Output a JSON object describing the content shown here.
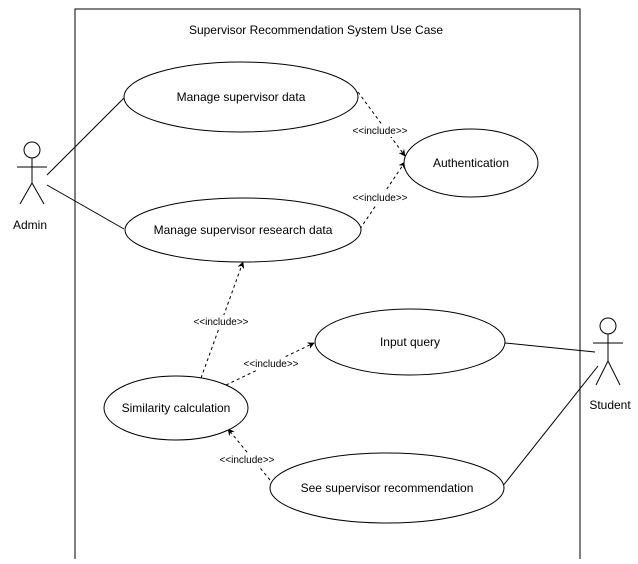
{
  "system": {
    "title": "Supervisor Recommendation System Use Case"
  },
  "actors": {
    "admin": "Admin",
    "student": "Student"
  },
  "use_cases": {
    "manage_supervisor_data": "Manage supervisor data",
    "manage_research_data": "Manage supervisor research data",
    "authentication": "Authentication",
    "input_query": "Input query",
    "similarity_calculation": "Similarity calculation",
    "see_recommendation": "See supervisor recommendation"
  },
  "relations": {
    "include_1": "<<include>>",
    "include_2": "<<include>>",
    "include_3": "<<include>>",
    "include_4": "<<include>>",
    "include_5": "<<include>>"
  },
  "colors": {
    "stroke": "#000000",
    "background": "#ffffff"
  }
}
